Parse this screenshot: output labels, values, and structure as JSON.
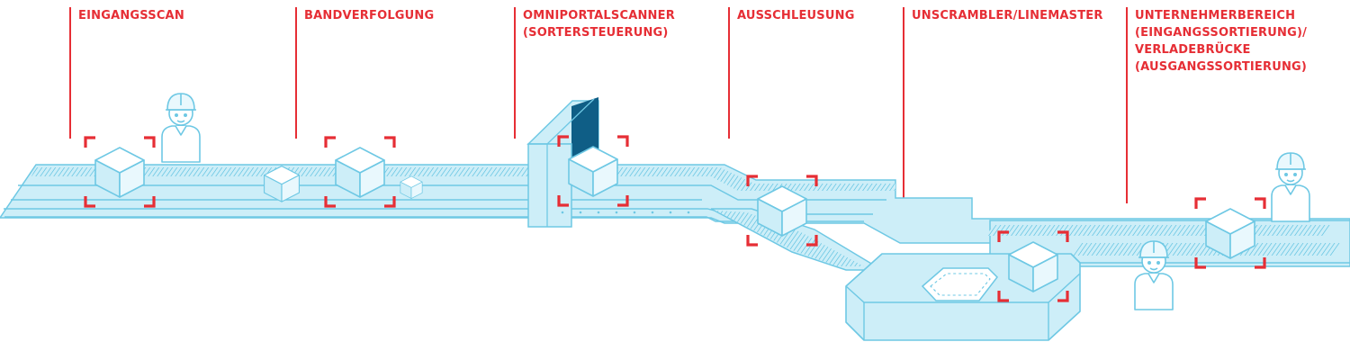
{
  "colors": {
    "accent": "#e62e35",
    "belt_fill": "#cdeef8",
    "belt_stroke": "#6ec8e4",
    "scanner_dark": "#0f5e86",
    "white": "#ffffff"
  },
  "stations": [
    {
      "id": "eingangsscan",
      "lines": [
        "EINGANGSSCAN"
      ]
    },
    {
      "id": "bandverfolgung",
      "lines": [
        "BANDVERFOLGUNG"
      ]
    },
    {
      "id": "omniportalscanner",
      "lines": [
        "OMNIPORTALSCANNER",
        "(SORTERSTEUERUNG)"
      ]
    },
    {
      "id": "ausschleusung",
      "lines": [
        "AUSSCHLEUSUNG"
      ]
    },
    {
      "id": "unscrambler",
      "lines": [
        "UNSCRAMBLER/LINEMASTER"
      ]
    },
    {
      "id": "unternehmerbereich",
      "lines": [
        "UNTERNEHMERBEREICH",
        "(EINGANGSSORTIERUNG)/",
        "VERLADEBRÜCKE",
        "(AUSGANGSSORTIERUNG)"
      ]
    }
  ],
  "icons": {
    "package": "package-icon",
    "scan_frame": "scan-frame-icon",
    "worker": "worker-icon",
    "scanner_gate": "scanner-gate-icon",
    "conveyor": "conveyor-belt-icon",
    "turntable": "unscrambler-turntable-icon"
  }
}
